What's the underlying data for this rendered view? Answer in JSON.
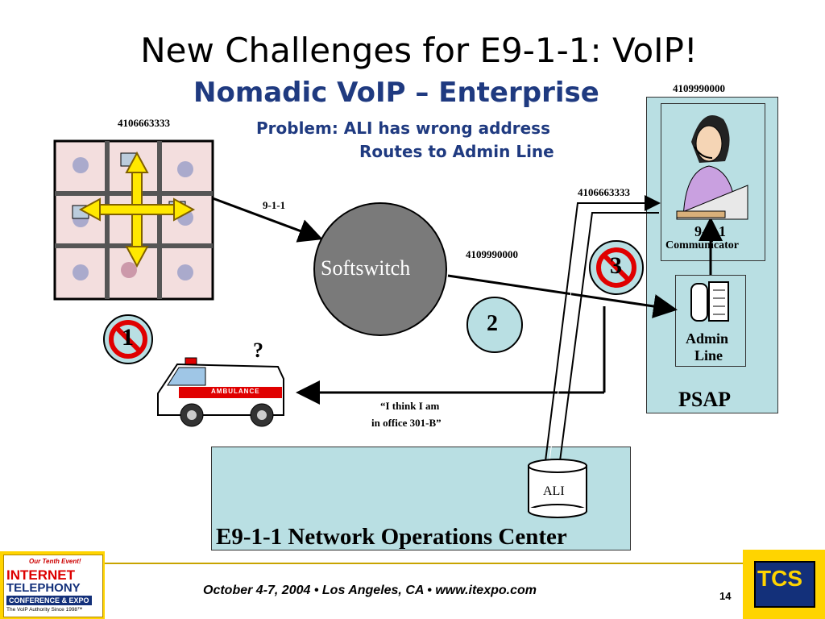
{
  "slide": {
    "title": "New Challenges for E9-1-1:  VoIP!",
    "subtitle": "Nomadic VoIP – Enterprise",
    "problem_line1": "Problem: ALI has wrong address",
    "problem_line2": "Routes to Admin Line",
    "page_number": "14"
  },
  "diagram": {
    "office_number": "4106663333",
    "dial_label": "9-1-1",
    "softswitch_label": "Softswitch",
    "psap_number": "4109990000",
    "softswitch_out_number": "4109990000",
    "ali_out_number": "4106663333",
    "communicator_label_1": "9-1-1",
    "communicator_label_2": "Communicator",
    "admin_label_1": "Admin",
    "admin_label_2": "Line",
    "psap_label": "PSAP",
    "step1": "1",
    "step2": "2",
    "step3": "3",
    "question_mark": "?",
    "quote_line1": "“I think I am",
    "quote_line2": "in office 301-B”",
    "ali_label": "ALI",
    "noc_label": "E9-1-1 Network Operations Center",
    "ambulance_text": "AMBULANCE"
  },
  "footer": {
    "event_text": "October 4-7, 2004 • Los Angeles, CA • www.itexpo.com",
    "logo_left_line1": "Our Tenth Event!",
    "logo_left_line2": "INTERNET",
    "logo_left_line3": "TELEPHONY",
    "logo_left_line4": "CONFERENCE & EXPO",
    "logo_left_line5": "The VoIP Authority Since 1998™",
    "logo_right": "TCS"
  },
  "colors": {
    "accent_blue": "#1f3a80",
    "box_fill": "#b9dfe3",
    "softswitch_fill": "#7a7a7a",
    "footer_gold": "#ffd400",
    "prohibit_red": "#e00000"
  }
}
